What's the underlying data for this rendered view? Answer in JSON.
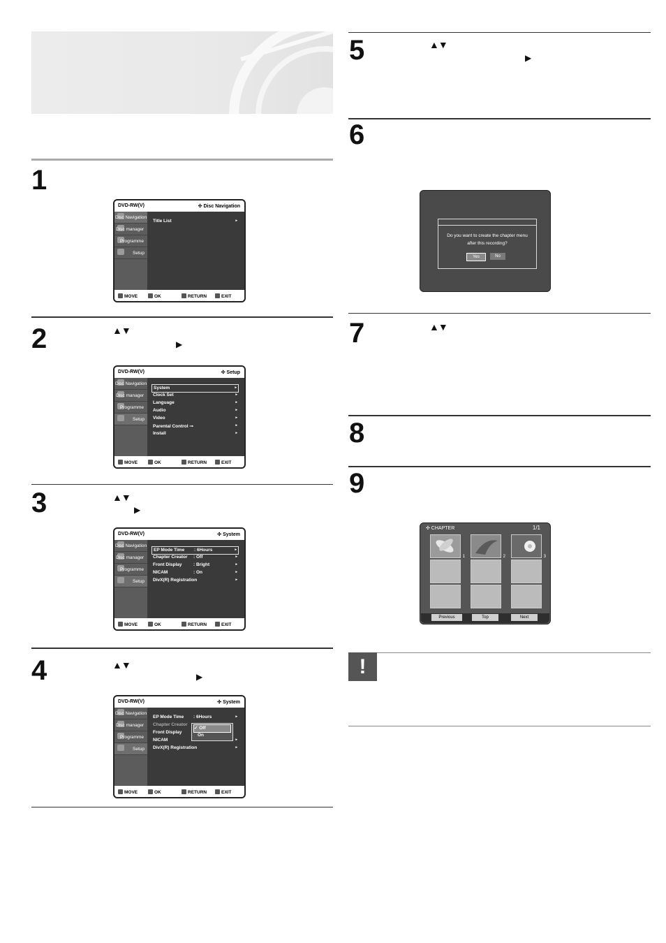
{
  "steps": {
    "n1": "1",
    "n2": "2",
    "n3": "3",
    "n4": "4",
    "n5": "5",
    "n6": "6",
    "n7": "7",
    "n8": "8",
    "n9": "9"
  },
  "glyphs": {
    "updown": "▲▼",
    "right": "▶",
    "note": "!"
  },
  "screen_common": {
    "device": "DVD-RW(V)",
    "side": [
      "Disc Navigation",
      "Disc manager",
      "Programme",
      "Setup"
    ],
    "bottom": {
      "move": "MOVE",
      "ok": "OK",
      "return": "RETURN",
      "exit": "EXIT"
    }
  },
  "screen1": {
    "title": "✣ Disc Navigation",
    "rows": [
      {
        "k": "Title List",
        "a": "▸"
      }
    ]
  },
  "screen2": {
    "title": "✣ Setup",
    "rows": [
      {
        "k": "System",
        "a": "▸"
      },
      {
        "k": "Clock Set",
        "a": "▸"
      },
      {
        "k": "Language",
        "a": "▸"
      },
      {
        "k": "Audio",
        "a": "▸"
      },
      {
        "k": "Video",
        "a": "▸"
      },
      {
        "k": "Parental Control ⊸",
        "a": "▸"
      },
      {
        "k": "Install",
        "a": "▸"
      }
    ]
  },
  "screen3": {
    "title": "✣ System",
    "rows": [
      {
        "k": "EP Mode Time",
        "v": ": 6Hours",
        "a": "▸"
      },
      {
        "k": "Chapter Creator",
        "v": ": Off",
        "a": "▸"
      },
      {
        "k": "Front Display",
        "v": ": Bright",
        "a": "▸"
      },
      {
        "k": "NICAM",
        "v": ": On",
        "a": "▸"
      },
      {
        "k": "DivX(R) Registration",
        "v": "",
        "a": "▸"
      }
    ]
  },
  "screen4": {
    "title": "✣ System",
    "rows": [
      {
        "k": "EP Mode Time",
        "v": ": 6Hours",
        "a": "▸"
      },
      {
        "k": "Chapter Creator",
        "v": "",
        "a": ""
      },
      {
        "k": "Front Display",
        "v": "",
        "a": ""
      },
      {
        "k": "NICAM",
        "v": ": On",
        "a": "▸"
      },
      {
        "k": "DivX(R) Registration",
        "v": "",
        "a": "▸"
      }
    ],
    "options": [
      "✓ Off",
      "On"
    ]
  },
  "dialog": {
    "line1": "Do you want to create the chapter menu",
    "line2": "after this recording?",
    "yes": "Yes",
    "no": "No"
  },
  "chapter": {
    "header": "✣ CHAPTER",
    "page": "1/1",
    "labels": [
      "1",
      "2",
      "3"
    ],
    "buttons": {
      "prev": "Previous",
      "top": "Top",
      "next": "Next"
    }
  }
}
